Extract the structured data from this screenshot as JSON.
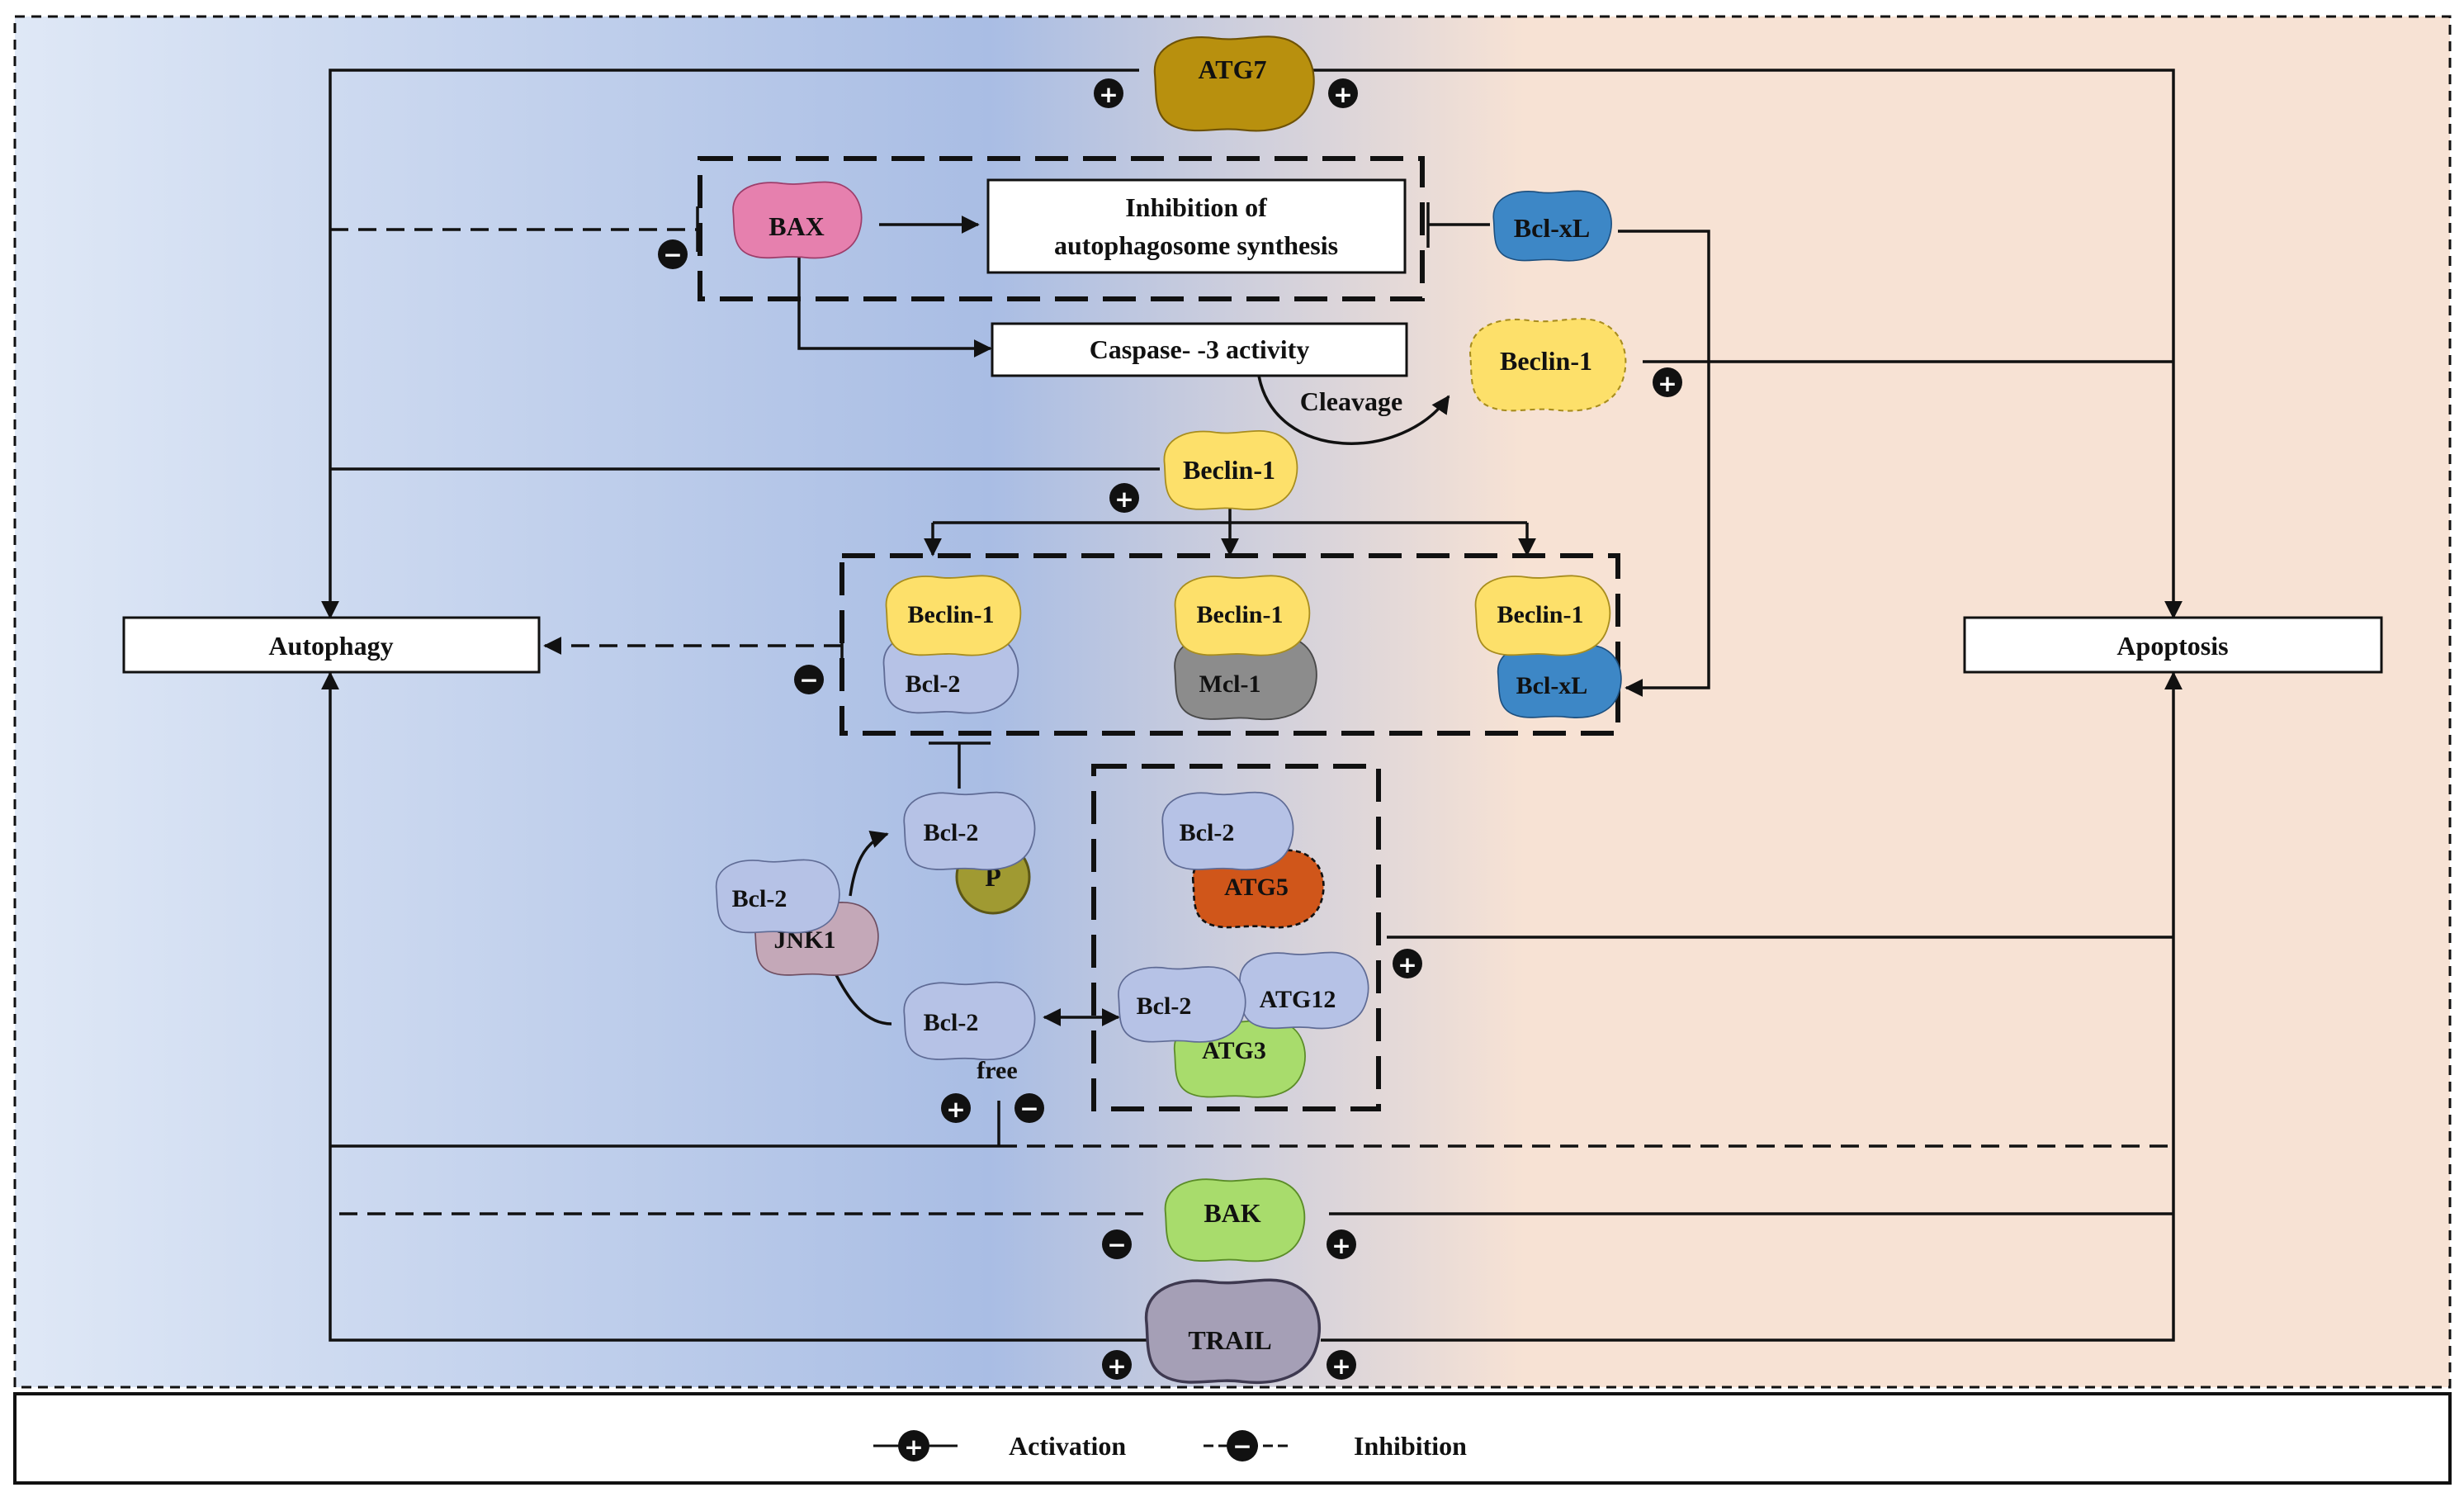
{
  "colors": {
    "bg_left": "#dfe8f6",
    "bg_mid": "#a9bde4",
    "bg_right": "#f7e2d4",
    "beclin": "#fde06a",
    "bcl2": "#b6c2e6",
    "bclxl": "#3d87c6",
    "bax": "#e680ae",
    "atg7": "#b8900e",
    "atg5": "#d0561a",
    "atg3": "#a8dc6c",
    "bak": "#a8dc6c",
    "trail": "#a59fb6",
    "mcl1": "#8c8c8c",
    "jnk1": "#c4a8b8",
    "phospho": "#a09a32"
  },
  "boxes": {
    "autophagy": "Autophagy",
    "apoptosis": "Apoptosis",
    "inhibition_line1": "Inhibition of",
    "inhibition_line2": "autophagosome synthesis",
    "caspase": "Caspase- -3 activity"
  },
  "proteins": {
    "atg7": "ATG7",
    "bax": "BAX",
    "bclxl_top": "Bcl-xL",
    "beclin_cleaved": "Beclin-1",
    "beclin_mid": "Beclin-1",
    "complex_beclin_a": "Beclin-1",
    "complex_bcl2": "Bcl-2",
    "complex_beclin_b": "Beclin-1",
    "complex_mcl1": "Mcl-1",
    "complex_beclin_c": "Beclin-1",
    "complex_bclxl": "Bcl-xL",
    "bcl2_phospho": "Bcl-2",
    "phospho": "P",
    "jnk_bcl2": "Bcl-2",
    "jnk1": "JNK1",
    "bcl2_free": "Bcl-2",
    "free": "free",
    "atg_bcl2_a": "Bcl-2",
    "atg5": "ATG5",
    "atg_bcl2_b": "Bcl-2",
    "atg12": "ATG12",
    "atg3": "ATG3",
    "bak": "BAK",
    "trail": "TRAIL"
  },
  "edge_labels": {
    "cleavage": "Cleavage"
  },
  "signs": {
    "plus": "+",
    "minus": "−"
  },
  "legend": {
    "activation": "Activation",
    "inhibition": "Inhibition"
  }
}
